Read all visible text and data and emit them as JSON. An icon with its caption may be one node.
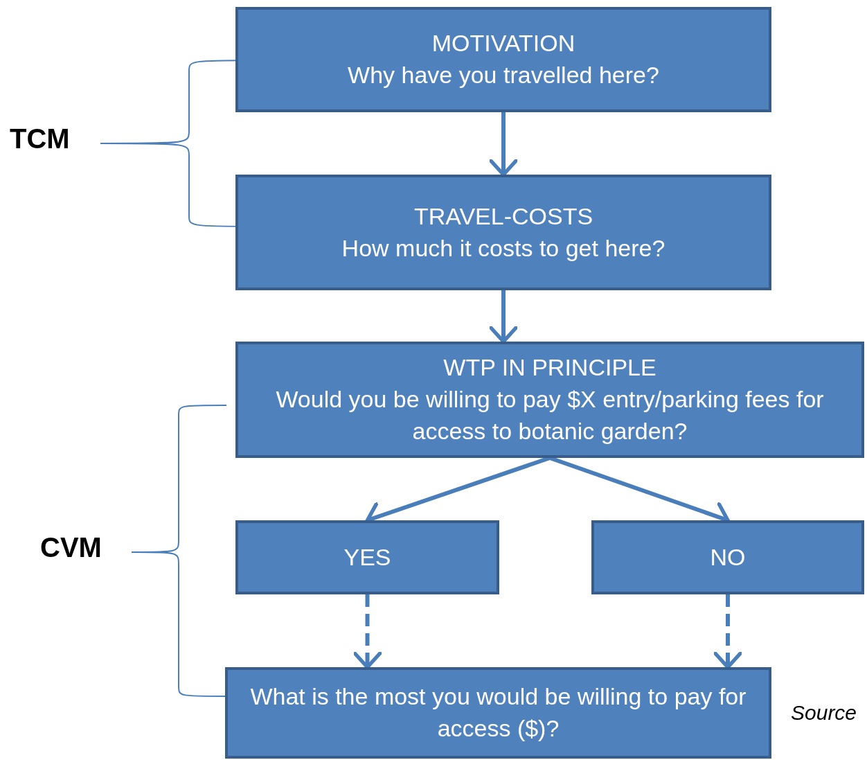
{
  "diagram": {
    "nodes": [
      {
        "text": [
          "MOTIVATION",
          "Why have you travelled here?"
        ]
      },
      {
        "text": [
          "TRAVEL-COSTS",
          "How much it costs to get here?"
        ]
      },
      {
        "text": [
          "WTP IN PRINCIPLE",
          "Would you be willing to pay $X entry/parking fees for access to botanic garden?"
        ]
      },
      {
        "text": [
          "YES"
        ]
      },
      {
        "text": [
          "NO"
        ]
      },
      {
        "text": [
          "What is the most you would be willing to pay for access ($)?"
        ]
      }
    ],
    "edges": [
      {
        "from": 0,
        "to": 1,
        "arrow": "to"
      },
      {
        "from": 1,
        "to": 2,
        "arrow": "to"
      },
      {
        "from": 2,
        "to": 3,
        "arrow": "to"
      },
      {
        "from": 2,
        "to": 4,
        "arrow": "to"
      },
      {
        "from": 3,
        "to": 5,
        "arrow": "to",
        "style": "dashed"
      },
      {
        "from": 4,
        "to": 5,
        "arrow": "to",
        "style": "dashed"
      }
    ],
    "labels": [
      "TCM",
      "CVM",
      "Source"
    ]
  }
}
